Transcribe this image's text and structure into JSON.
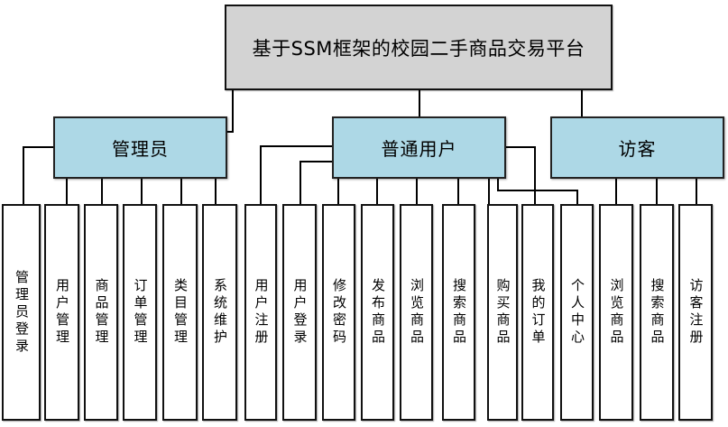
{
  "diagram": {
    "title": "基于SSM框架的校园二手商品交易平台",
    "roles": [
      {
        "label": "管理员",
        "children": [
          "管理员登录",
          "用户管理",
          "商品管理",
          "订单管理",
          "类目管理",
          "系统维护"
        ]
      },
      {
        "label": "普通用户",
        "children": [
          "用户注册",
          "用户登录",
          "修改密码",
          "发布商品",
          "浏览商品",
          "搜索商品",
          "购买商品",
          "我的订单",
          "个人中心"
        ]
      },
      {
        "label": "访客",
        "children": [
          "浏览商品",
          "搜索商品",
          "访客注册"
        ]
      }
    ],
    "colors": {
      "title_fill": "#d3d3d3",
      "role_fill": "#add8e6",
      "leaf_fill": "#ffffff",
      "border": "#111111",
      "line": "#000000",
      "background": "#ffffff"
    }
  }
}
